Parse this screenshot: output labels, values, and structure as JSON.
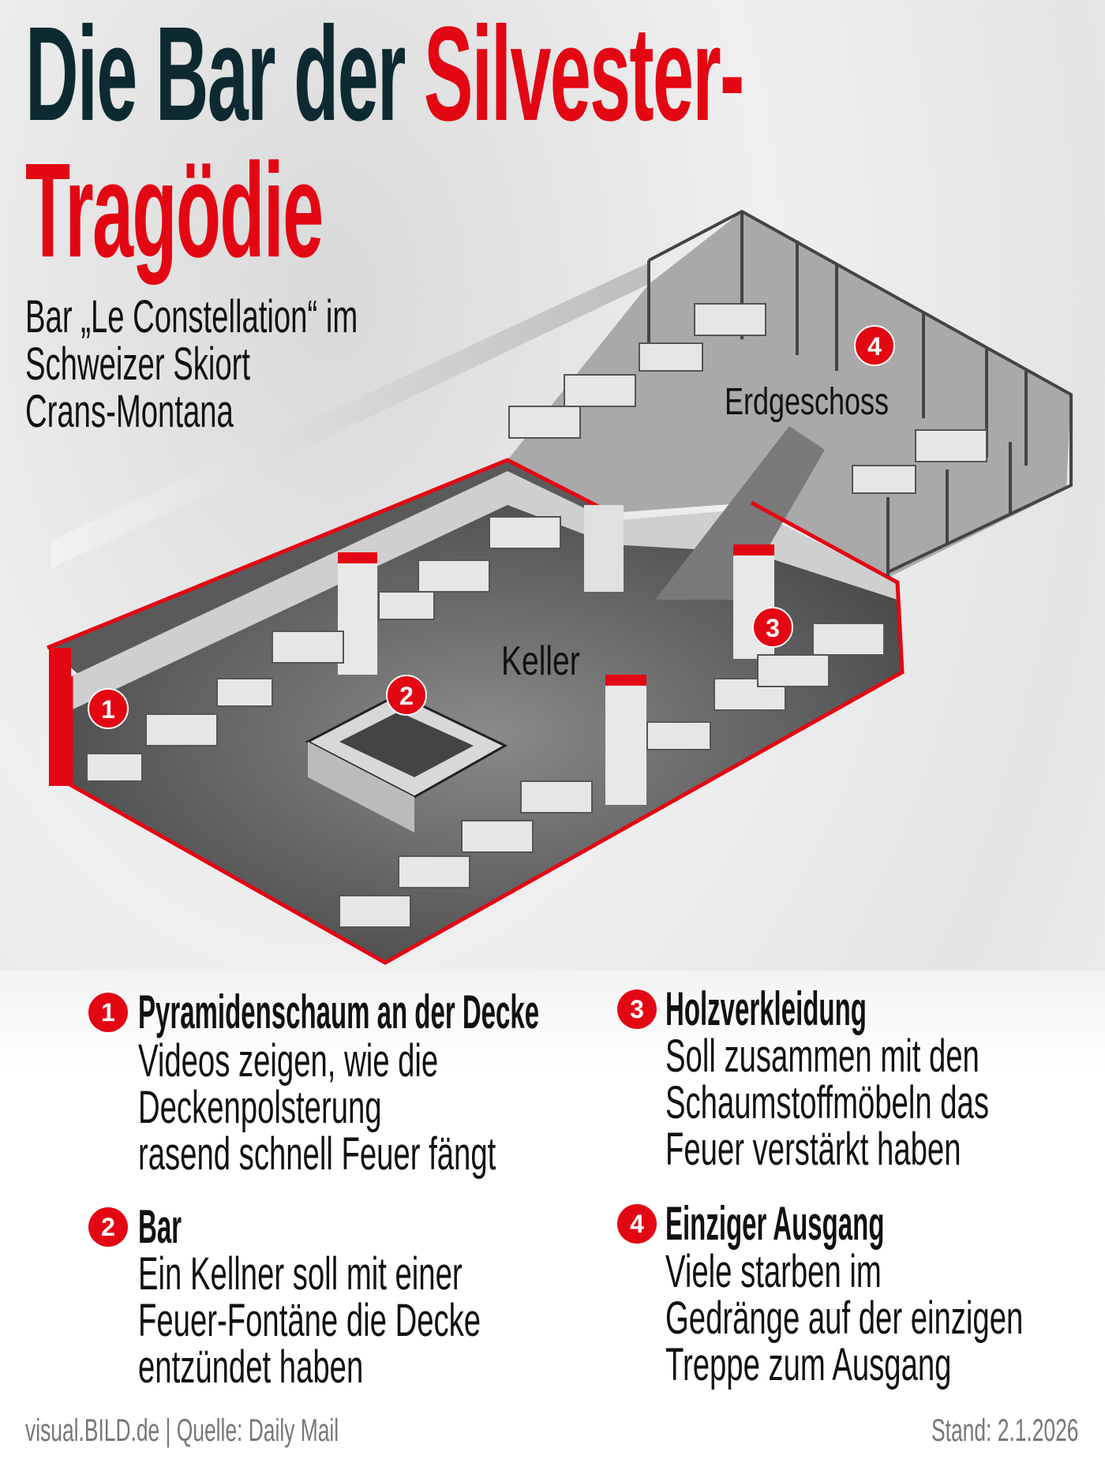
{
  "title": {
    "part1": "Die Bar der",
    "part2": "Silvester-",
    "part3": "Tragödie"
  },
  "subtitle": [
    "Bar „Le Constellation“ im",
    "Schweizer Skiort",
    "Crans-Montana"
  ],
  "plan": {
    "upper_label": "Erdgeschoss",
    "lower_label": "Keller",
    "markers": [
      "1",
      "2",
      "3",
      "4"
    ]
  },
  "legend": [
    {
      "num": "1",
      "title": "Pyramidenschaum an der Decke",
      "lines": [
        "Videos zeigen, wie die",
        "Deckenpolsterung",
        "rasend schnell Feuer fängt"
      ]
    },
    {
      "num": "2",
      "title": "Bar",
      "lines": [
        "Ein Kellner soll mit einer",
        "Feuer-Fontäne die Decke",
        "entzündet haben"
      ]
    },
    {
      "num": "3",
      "title": "Holzverkleidung",
      "lines": [
        "Soll zusammen mit den",
        "Schaumstoffmöbeln das",
        "Feuer verstärkt haben"
      ]
    },
    {
      "num": "4",
      "title": "Einziger Ausgang",
      "lines": [
        "Viele starben im",
        "Gedränge auf der einzigen",
        "Treppe zum Ausgang"
      ]
    }
  ],
  "footer": {
    "source": "visual.BILD.de | Quelle: Daily Mail",
    "date": "Stand: 2.1.2026"
  },
  "colors": {
    "accent": "#e30613",
    "title_dark": "#0d2a33"
  }
}
